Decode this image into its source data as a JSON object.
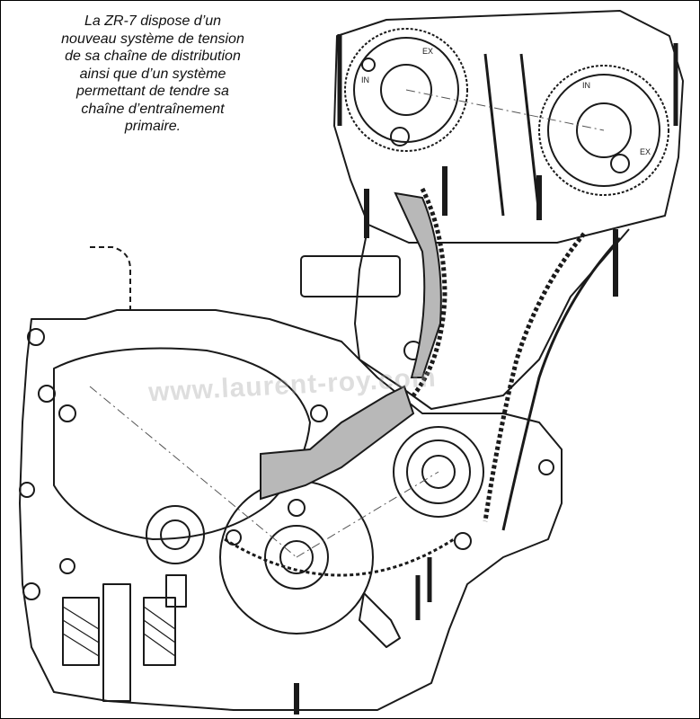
{
  "caption": {
    "lines": [
      "La ZR-7 dispose d’un",
      "nouveau système de tension",
      "de sa chaîne de distribution",
      "ainsi que d’un système",
      "permettant de tendre sa",
      "chaîne d’entraînement",
      "primaire."
    ]
  },
  "watermark": "www.laurent-roy.com",
  "drawing": {
    "cam_labels": [
      "EX",
      "IN",
      "IN",
      "EX"
    ],
    "line_color": "#1a1a1a",
    "shade_color": "#b8b8b8",
    "paper_color": "#ffffff"
  }
}
